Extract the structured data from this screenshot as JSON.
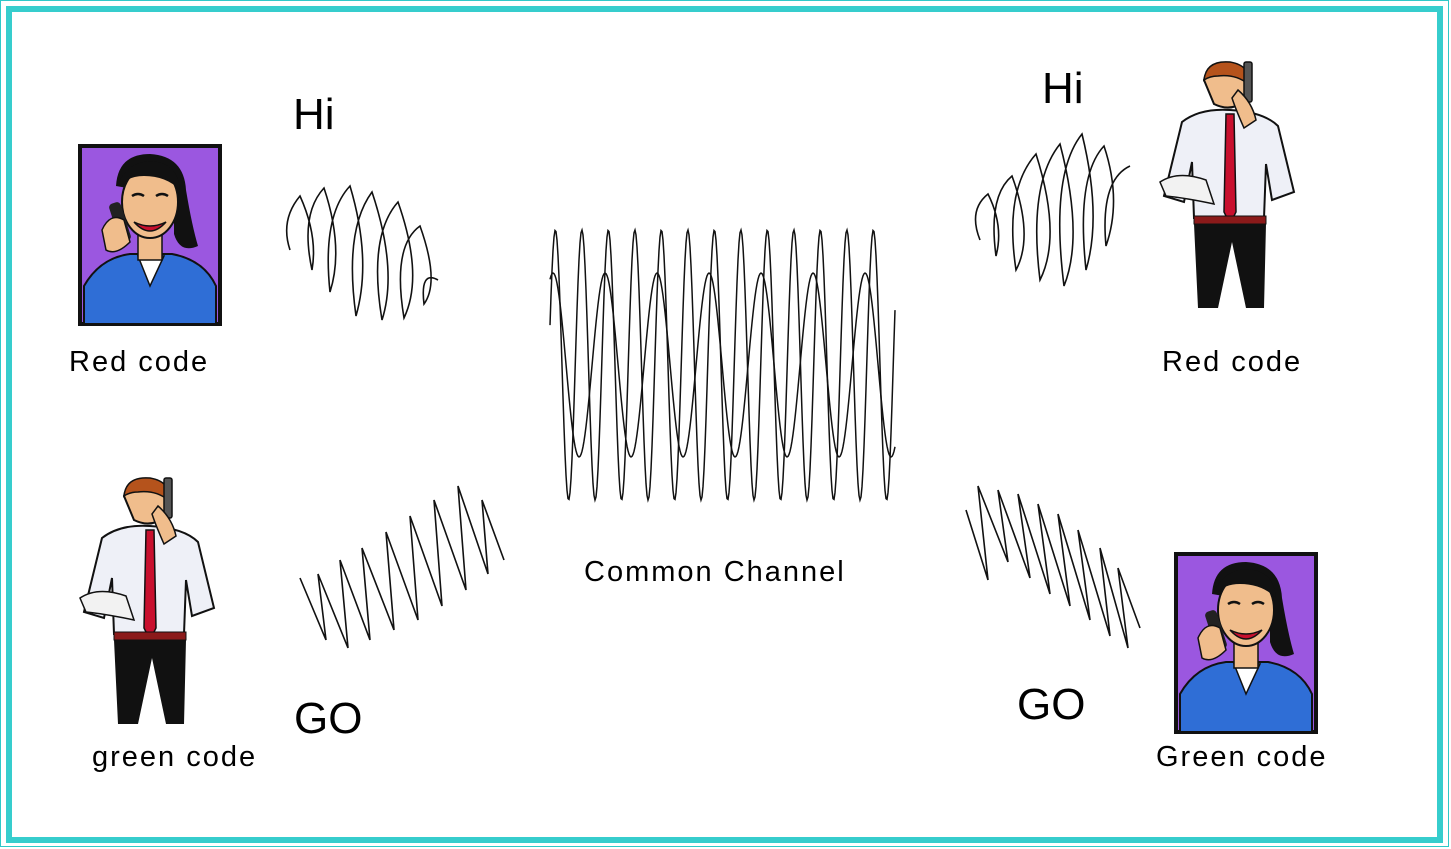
{
  "top_left": {
    "word": "Hi",
    "code_label": "Red code"
  },
  "bottom_left": {
    "word": "GO",
    "code_label": "green code"
  },
  "top_right": {
    "word": "Hi",
    "code_label": "Red code"
  },
  "bottom_right": {
    "word": "GO",
    "code_label": "Green code"
  },
  "center": {
    "label": "Common Channel"
  },
  "colors": {
    "frame": "#36cdcd",
    "portrait_bg": "#9b57e0",
    "shirt_blue": "#2f6ed6",
    "tie_red": "#c8102e"
  },
  "icons": [
    "woman-on-phone-icon",
    "man-on-phone-icon"
  ]
}
